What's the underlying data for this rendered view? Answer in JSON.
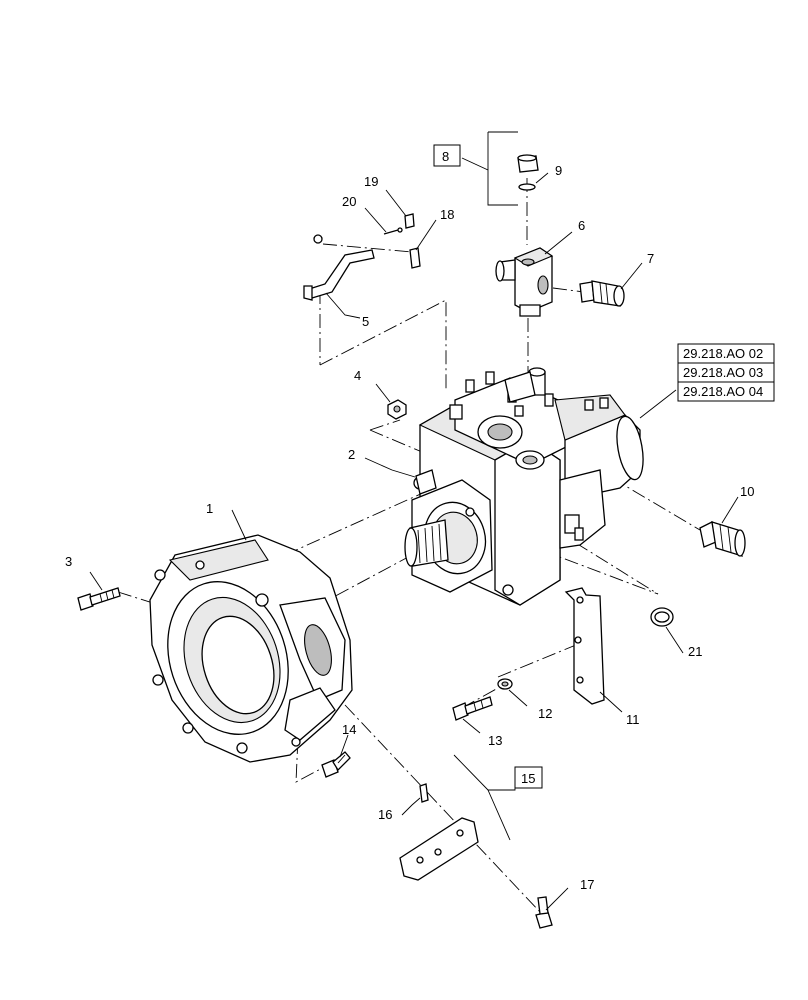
{
  "callouts": {
    "c1": "1",
    "c2": "2",
    "c3": "3",
    "c4": "4",
    "c5": "5",
    "c6": "6",
    "c7": "7",
    "c8": "8",
    "c9": "9",
    "c10": "10",
    "c11": "11",
    "c12": "12",
    "c13": "13",
    "c14": "14",
    "c15": "15",
    "c16": "16",
    "c17": "17",
    "c18": "18",
    "c19": "19",
    "c20": "20",
    "c21": "21"
  },
  "references": [
    "29.218.AO 02",
    "29.218.AO 03",
    "29.218.AO 04"
  ]
}
